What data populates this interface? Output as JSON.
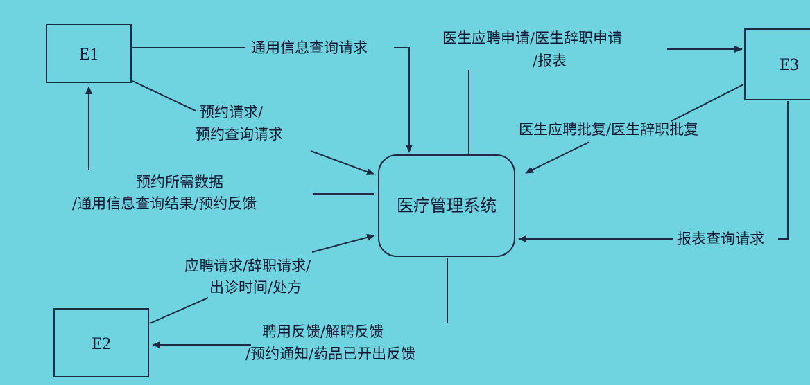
{
  "entities": {
    "e1": "E1",
    "e2": "E2",
    "e3": "E3"
  },
  "process": "医疗管理系统",
  "flows": {
    "general_query": "通用信息查询请求",
    "appointment_req_1": "预约请求/",
    "appointment_req_2": "预约查询请求",
    "appointment_data_1": "预约所需数据",
    "appointment_data_2": "/通用信息查询结果/预约反馈",
    "hire_req_1": "应聘请求/辞职请求/",
    "hire_req_2": "出诊时间/处方",
    "hire_feedback_1": "聘用反馈/解聘反馈",
    "hire_feedback_2": "/预约通知/药品已开出反馈",
    "doctor_apply_1": "医生应聘申请/医生辞职申请",
    "doctor_apply_2": "/报表",
    "doctor_approval": "医生应聘批复/医生辞职批复",
    "report_query": "报表查询请求"
  },
  "colors": {
    "background": "#6fd3e0",
    "ink": "#1c2a44"
  }
}
